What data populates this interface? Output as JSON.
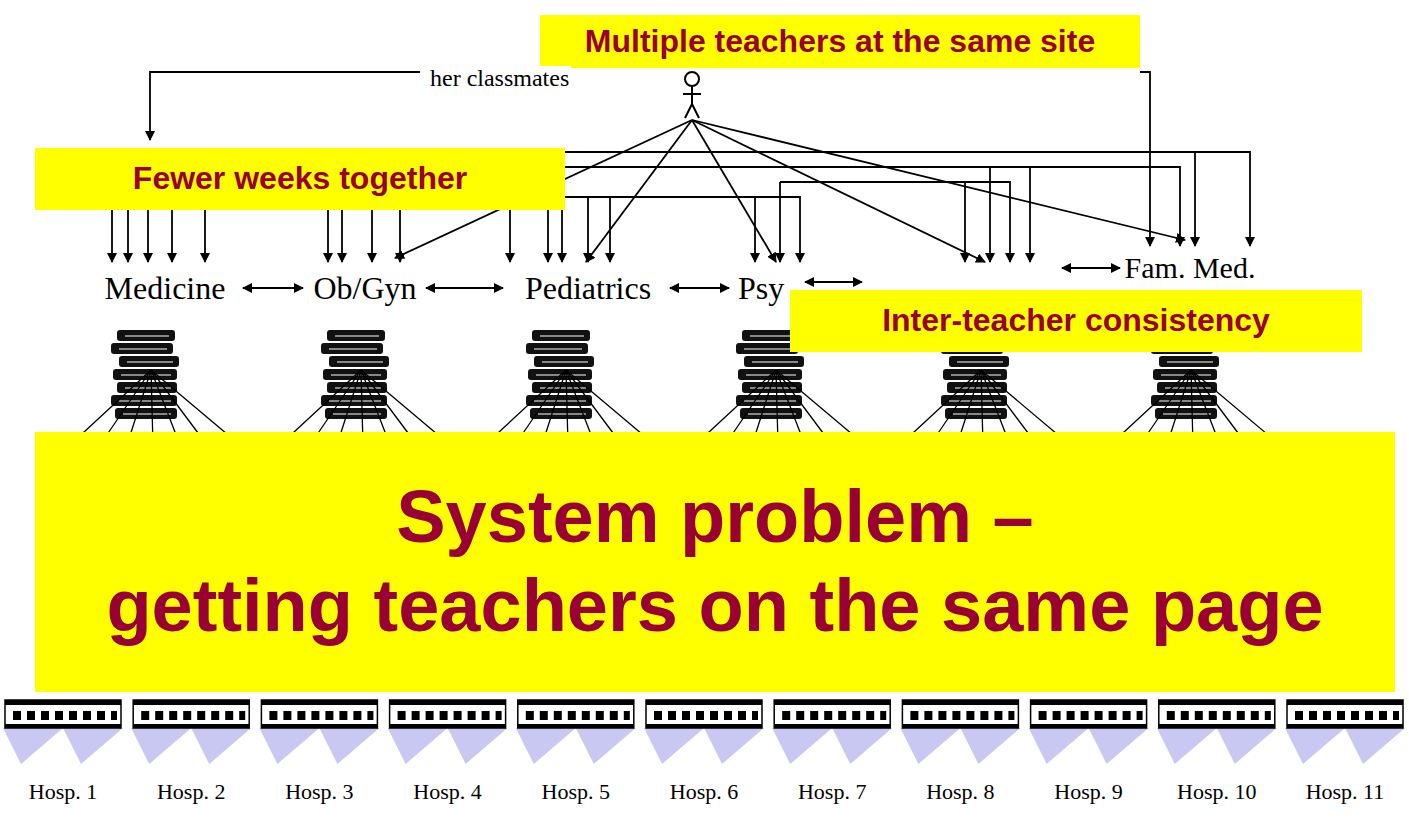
{
  "diagram": {
    "nodes": [
      {
        "text": [
          "Multiple teachers at the same site"
        ]
      },
      {
        "text": [
          "Fewer weeks together"
        ]
      },
      {
        "text": [
          "Inter-teacher consistency"
        ]
      },
      {
        "text": [
          "System problem – getting teachers on the same page"
        ]
      }
    ],
    "labels": [
      "her classmates",
      "Medicine",
      "Ob/Gyn",
      "Pediatrics",
      "Psy",
      "Fam. Med.",
      "Hosp. 1",
      "Hosp. 2",
      "Hosp. 3",
      "Hosp. 4",
      "Hosp. 5",
      "Hosp. 6",
      "Hosp. 7",
      "Hosp. 8",
      "Hosp. 9",
      "Hosp. 10",
      "Hosp. 11"
    ]
  }
}
